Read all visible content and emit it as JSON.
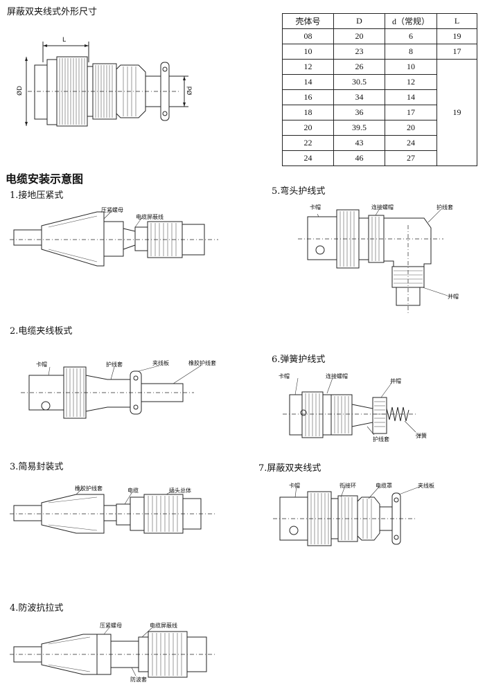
{
  "dimensions_title": "屏蔽双夹线式外形尺寸",
  "dim_labels": {
    "L": "L",
    "D": "ØD",
    "d": "Ød"
  },
  "table": {
    "headers": [
      "壳体号",
      "D",
      "d（常规）",
      "L"
    ],
    "rows": [
      [
        "08",
        "20",
        "6",
        "19"
      ],
      [
        "10",
        "23",
        "8",
        "17"
      ],
      [
        "12",
        "26",
        "10",
        ""
      ],
      [
        "14",
        "30.5",
        "12",
        ""
      ],
      [
        "16",
        "34",
        "14",
        ""
      ],
      [
        "18",
        "36",
        "17",
        ""
      ],
      [
        "20",
        "39.5",
        "20",
        ""
      ],
      [
        "22",
        "43",
        "24",
        ""
      ],
      [
        "24",
        "46",
        "27",
        ""
      ]
    ],
    "merged_L": "19"
  },
  "install_heading": "电缆安装示意图",
  "items": [
    {
      "title": "1.接地压紧式",
      "labels": [
        "压紧螺母",
        "电缆屏蔽线"
      ]
    },
    {
      "title": "2.电缆夹线板式",
      "labels": [
        "卡帽",
        "护线套",
        "夹线板",
        "橡胶护线套"
      ]
    },
    {
      "title": "3.简易封装式",
      "labels": [
        "橡胶护线套",
        "电缆",
        "插头总体"
      ]
    },
    {
      "title": "4.防波抗拉式",
      "labels": [
        "压紧螺母",
        "电缆屏蔽线",
        "防波套"
      ]
    },
    {
      "title": "5.弯头护线式",
      "labels": [
        "卡帽",
        "连接螺帽",
        "护线套",
        "并帽"
      ]
    },
    {
      "title": "6.弹簧护线式",
      "labels": [
        "卡帽",
        "连接螺帽",
        "并帽",
        "护线套",
        "弹簧"
      ]
    },
    {
      "title": "7.屏蔽双夹线式",
      "labels": [
        "卡帽",
        "衔接环",
        "电缆罩",
        "夹线板"
      ]
    }
  ]
}
